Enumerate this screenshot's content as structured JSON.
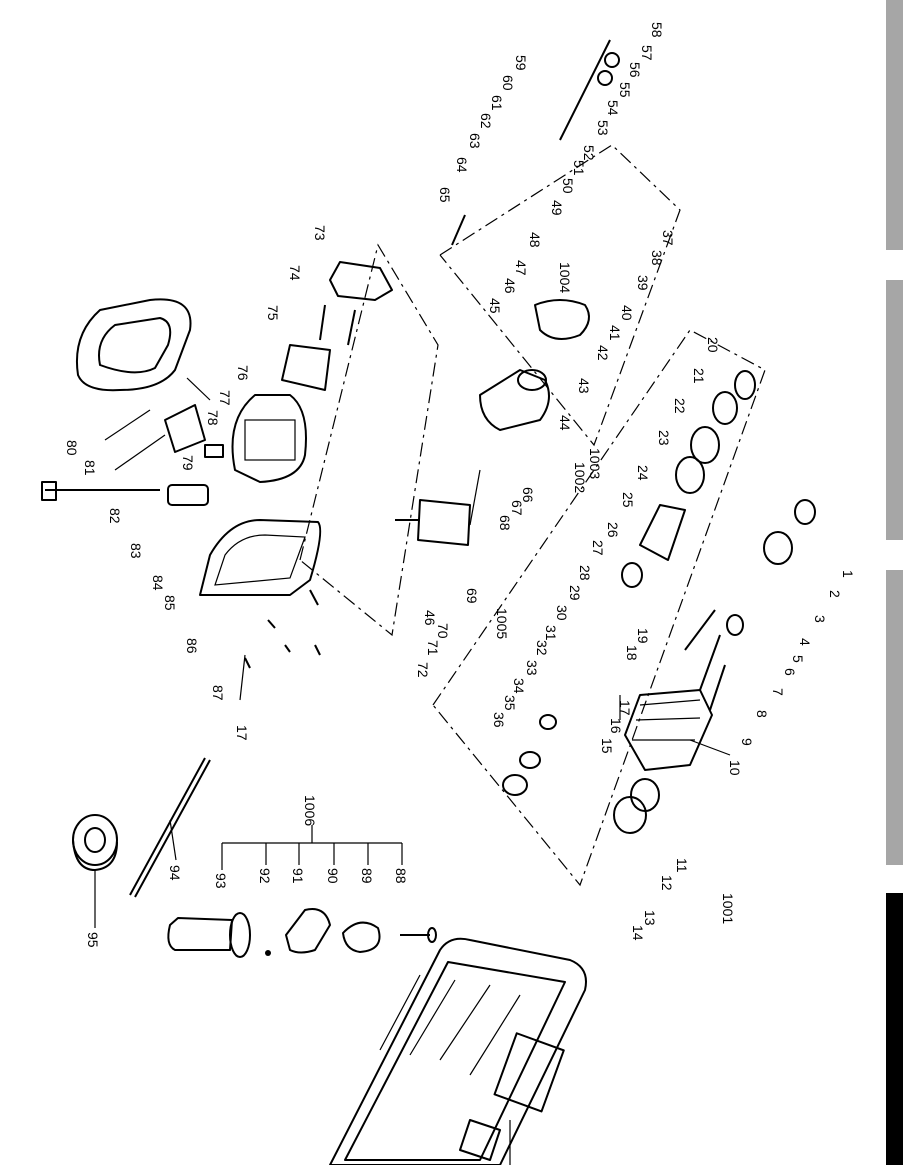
{
  "side_tabs": [
    {
      "name": "tab-1",
      "color": "#a6a6a6"
    },
    {
      "name": "tab-2",
      "color": "#a6a6a6"
    },
    {
      "name": "tab-3",
      "color": "#a6a6a6"
    },
    {
      "name": "tab-4-active",
      "color": "#000000"
    }
  ],
  "part_numbers": {
    "p1": "1",
    "p2": "2",
    "p3": "3",
    "p4": "4",
    "p5": "5",
    "p6": "6",
    "p7": "7",
    "p8": "8",
    "p9": "9",
    "p10": "10",
    "p11": "11",
    "p12": "12",
    "p13": "13",
    "p14": "14",
    "p15": "15",
    "p16": "16",
    "p17a": "17",
    "p17b": "17",
    "p18": "18",
    "p19": "19",
    "p20": "20",
    "p21": "21",
    "p22": "22",
    "p23": "23",
    "p24": "24",
    "p25": "25",
    "p26": "26",
    "p27": "27",
    "p28": "28",
    "p29": "29",
    "p30": "30",
    "p31": "31",
    "p32": "32",
    "p33": "33",
    "p34": "34",
    "p35": "35",
    "p36": "36",
    "p37": "37",
    "p38": "38",
    "p39": "39",
    "p40": "40",
    "p41": "41",
    "p42": "42",
    "p43": "43",
    "p44": "44",
    "p45": "45",
    "p46a": "46",
    "p46b": "46",
    "p47": "47",
    "p48": "48",
    "p49": "49",
    "p50": "50",
    "p51": "51",
    "p52": "52",
    "p53": "53",
    "p54": "54",
    "p55": "55",
    "p56": "56",
    "p57": "57",
    "p58": "58",
    "p59": "59",
    "p60": "60",
    "p61": "61",
    "p62": "62",
    "p63": "63",
    "p64": "64",
    "p65": "65",
    "p66": "66",
    "p67": "67",
    "p68": "68",
    "p69": "69",
    "p70": "70",
    "p71": "71",
    "p72": "72",
    "p73": "73",
    "p74": "74",
    "p75": "75",
    "p76": "76",
    "p77": "77",
    "p78": "78",
    "p79": "79",
    "p80": "80",
    "p81": "81",
    "p82": "82",
    "p83": "83",
    "p84": "84",
    "p85": "85",
    "p86": "86",
    "p87": "87",
    "p88": "88",
    "p89": "89",
    "p90": "90",
    "p91": "91",
    "p92": "92",
    "p93": "93",
    "p94": "94",
    "p95": "95",
    "p1001": "1001",
    "p1002": "1002",
    "p1003": "1003",
    "p1004": "1004",
    "p1005": "1005",
    "p1006": "1006"
  }
}
